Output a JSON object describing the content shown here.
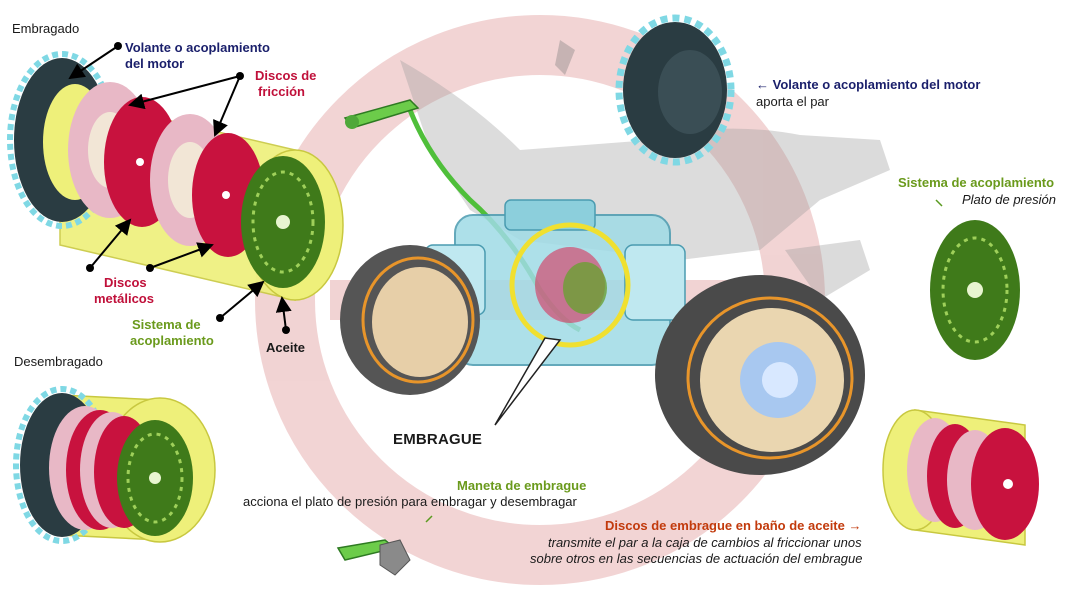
{
  "states": {
    "engaged": "Embragado",
    "disengaged": "Desembragado"
  },
  "left_labels": {
    "volante_line1": "Volante o acoplamiento",
    "volante_line2": "del motor",
    "friccion_line1": "Discos de",
    "friccion_line2": "fricción",
    "metalicos_line1": "Discos",
    "metalicos_line2": "metálicos",
    "sistema_line1": "Sistema de",
    "sistema_line2": "acoplamiento",
    "aceite": "Aceite"
  },
  "center": {
    "embrague": "EMBRAGUE"
  },
  "right_labels": {
    "volante_title": "← Volante o acoplamiento del motor",
    "volante_desc": "aporta el par",
    "sistema_title": "Sistema de acoplamiento",
    "sistema_desc": "Plato de presión"
  },
  "bottom_labels": {
    "maneta_title": "Maneta de embrague",
    "maneta_desc": "acciona el plato de presión para embragar y desembragar",
    "discos_title": "Discos de embrague en baño de aceite →",
    "discos_desc1": "transmite el par a la caja de cambios al friccionar unos",
    "discos_desc2": "sobre otros en las secuencias de actuación del embrague"
  },
  "colors": {
    "navy": "#1a1f6b",
    "crimson": "#c0103a",
    "green": "#6a9a1c",
    "orange": "#c23a0c",
    "cylinder_yellow": "#eef07a",
    "disc_red": "#c8123e",
    "disc_pink": "#e8b8c6",
    "plate_green": "#3f7a1a",
    "flywheel_teal": "#7fd8e4"
  }
}
